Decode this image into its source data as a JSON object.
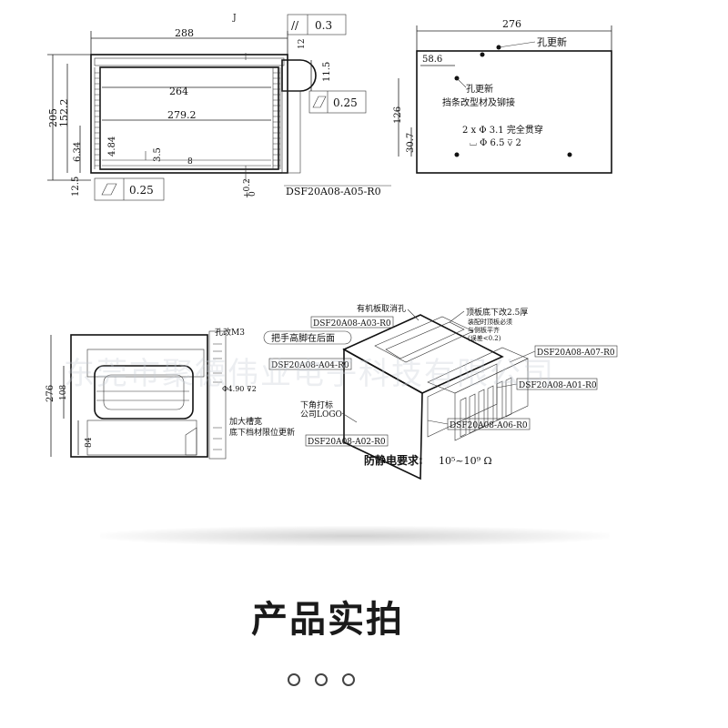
{
  "drawing_top_left": {
    "dim_288": "288",
    "dim_12": "12",
    "parallel_tol_symbol": "//",
    "parallel_tol_value": "0.3",
    "dim_11_5": "11.5",
    "flat_tol_value_right": "0.25",
    "dim_264": "264",
    "dim_205": "205",
    "dim_152_2": "152.2",
    "dim_279_2": "279.2",
    "dim_6_34": "6.34",
    "dim_4_84": "4.84",
    "dim_3_5": "3.5",
    "dim_8": "8",
    "dim_12_5": "12.5",
    "flat_tol_value_bottom": "0.25",
    "tol_plus": "+0.2",
    "tol_zero": "0",
    "part_code": "DSF20A08-A05-R0"
  },
  "drawing_top_right": {
    "dim_276": "276",
    "note_hole_update_top": "孔更新",
    "dim_58_6": "58.6",
    "note_hole_update": "孔更新",
    "note_bar_change": "挡条改型材及铆接",
    "dim_126": "126",
    "dim_30_7": "30.7",
    "hole_spec": "2 x Φ 3.1 完全贯穿",
    "counterbore_spec": "⌴ Φ 6.5 ⊽ 2"
  },
  "drawing_bottom_left": {
    "note_hole_m3": "孔改M3",
    "dim_276v": "276",
    "dim_108": "108",
    "dim_84": "84",
    "dim_4_90": "Φ4.90 ⊽2",
    "note_groove": "加大槽宽",
    "note_bottom_limit": "底下档材限位更新"
  },
  "drawing_bottom_right": {
    "note_remove_hole": "有机板取消孔",
    "note_top_plate": "顶板底下改2.5厚",
    "part_a03": "DSF20A08-A03-R0",
    "note_handle": "把手高脚在后面",
    "note_assembly_1": "装配时顶板必须",
    "note_assembly_2": "与侧板平齐",
    "note_assembly_3": "(误差<0.2)",
    "part_a07": "DSF20A08-A07-R0",
    "part_a04": "DSF20A08-A04-R0",
    "part_a01": "DSF20A08-A01-R0",
    "note_logo_1": "下角打标",
    "note_logo_2": "公司LOGO",
    "part_a06": "DSF20A08-A06-R0",
    "part_a02": "DSF20A08-A02-R0",
    "esd_label": "防静电要求:",
    "esd_value": "10⁵~10⁹ Ω"
  },
  "watermark": "东莞市聚德伟业电子科技有限公司",
  "heading": "产品实拍"
}
